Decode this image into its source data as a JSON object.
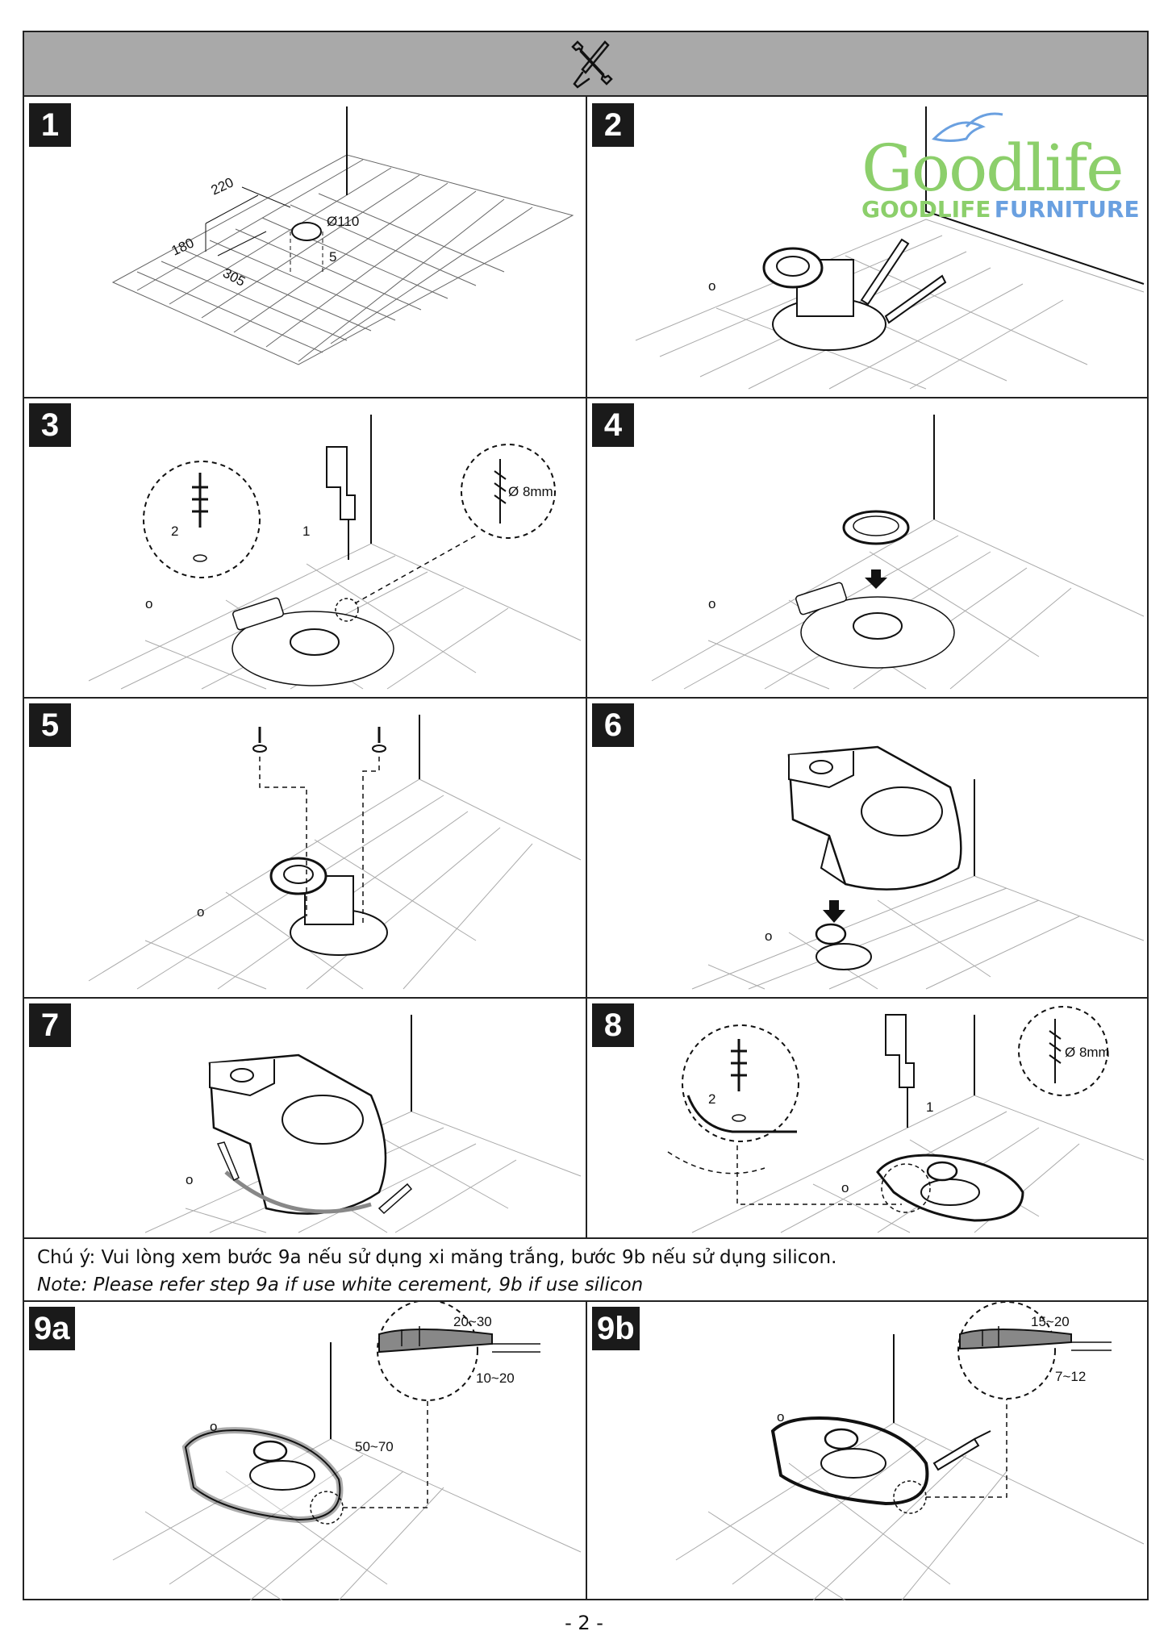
{
  "header": {
    "icon": "wrench-screwdriver-tools-icon"
  },
  "steps": [
    {
      "label": "1"
    },
    {
      "label": "2"
    },
    {
      "label": "3"
    },
    {
      "label": "4"
    },
    {
      "label": "5"
    },
    {
      "label": "6"
    },
    {
      "label": "7"
    },
    {
      "label": "8"
    },
    {
      "label": "9a"
    },
    {
      "label": "9b"
    }
  ],
  "step1_dims": {
    "d220": "220",
    "d180": "180",
    "d305": "305",
    "d110": "Ø110",
    "d5": "5"
  },
  "step3_labels": {
    "anchor": "2",
    "drill": "1",
    "bit": "Ø 8mm"
  },
  "step8_labels": {
    "anchor": "2",
    "drill": "1",
    "bit": "Ø 8mm"
  },
  "step9a_dims": {
    "top": "20~30",
    "side": "10~20",
    "bottom": "50~70"
  },
  "step9b_dims": {
    "top": "15~20",
    "side": "7~12"
  },
  "logo": {
    "word": "Goodlife",
    "sub_left": "GOODLIFE",
    "sub_right": "FURNITURE"
  },
  "note": {
    "vi": "Chú ý: Vui lòng xem bước 9a nếu sử dụng xi măng trắng, bước 9b nếu sử dụng silicon.",
    "en": "Note: Please refer step 9a if use white cerement, 9b if use silicon"
  },
  "page_number": "- 2 -",
  "colors": {
    "header_bg": "#a9a9a9",
    "logo_green": "#8ccf6b",
    "logo_blue": "#6aa0e0"
  }
}
